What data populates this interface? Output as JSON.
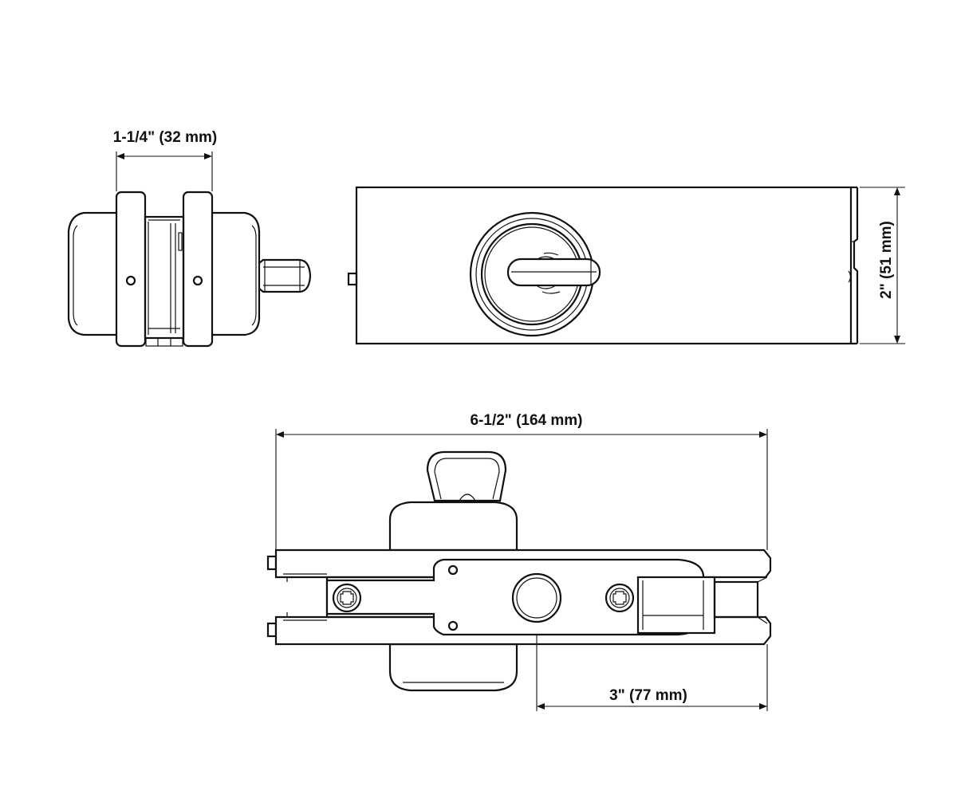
{
  "dimensions": {
    "width_side": "1-1/4\" (32 mm)",
    "height_front": "2\" (51 mm)",
    "overall_length": "6-1/2\" (164 mm)",
    "center_offset": "3\" (77 mm)"
  },
  "colors": {
    "line": "#111111",
    "background": "#ffffff"
  }
}
